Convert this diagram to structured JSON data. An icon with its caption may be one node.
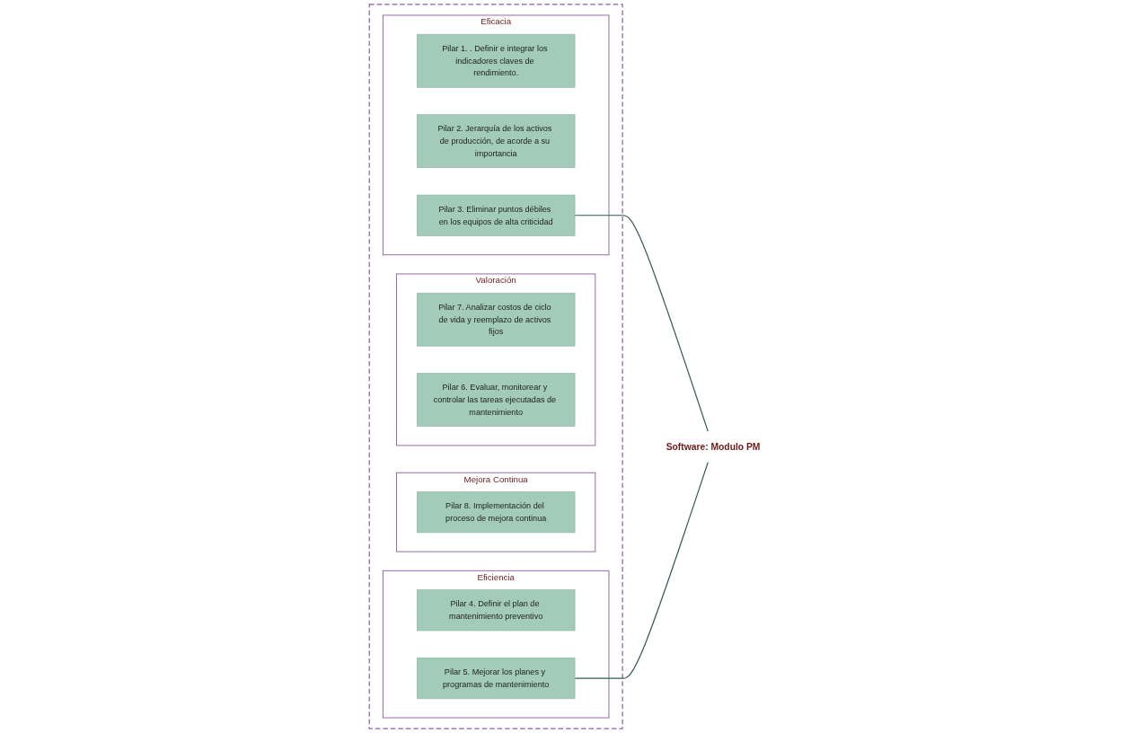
{
  "diagram": {
    "nodes": [
      {
        "text": [],
        "shape": "box"
      },
      {
        "text": [
          "Eficacia"
        ],
        "in": 0
      },
      {
        "text": [
          "Pilar 1. . Definir e integrar los indicadores claves de rendimiento."
        ],
        "in": 1
      },
      {
        "text": [
          "Pilar 2. Jerarquía de los activos de producción, de acorde a su importancia"
        ],
        "in": 1
      },
      {
        "text": [
          "Pilar 3. Eliminar puntos débiles en los equipos de alta criticidad"
        ],
        "in": 1
      },
      {
        "text": [
          "Mejora Continua"
        ],
        "in": 0
      },
      {
        "text": [
          "Pilar 8. Implementación del proceso de mejora continua"
        ],
        "in": 5
      },
      {
        "text": [
          "Valoración"
        ],
        "in": 0
      },
      {
        "text": [
          "Pilar 7. Analizar costos de ciclo de vida y reemplazo de activos fijos"
        ],
        "in": 7
      },
      {
        "text": [
          "Pilar 6. Evaluar, monitorear y controlar las tareas ejecutadas de mantenimiento"
        ],
        "in": 7
      },
      {
        "text": [
          "Eficiencia"
        ],
        "in": 0
      },
      {
        "text": [
          "Pilar 4. Definir el plan de mantenimiento preventivo"
        ],
        "in": 10
      },
      {
        "text": [
          "Pilar 5. Mejorar los planes y programas de mantenimiento"
        ],
        "in": 10
      },
      {
        "text": [
          "Software: Modulo PM"
        ]
      }
    ],
    "edges": [
      {
        "from": 4,
        "to": 13,
        "arrow": "none",
        "color": "#2f5f4f"
      },
      {
        "from": 12,
        "to": 13,
        "arrow": "none",
        "color": "#2f5f4f"
      }
    ]
  }
}
